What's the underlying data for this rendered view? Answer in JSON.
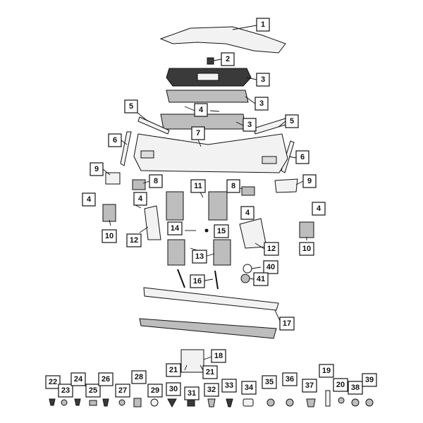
{
  "callouts": {
    "c1": "1",
    "c2": "2",
    "c3a": "3",
    "c3b": "3",
    "c3c": "3",
    "c4a": "4",
    "c4b": "4",
    "c4c": "4",
    "c4d": "4",
    "c4e": "4",
    "c5a": "5",
    "c5b": "5",
    "c6a": "6",
    "c6b": "6",
    "c7": "7",
    "c8a": "8",
    "c8b": "8",
    "c9a": "9",
    "c9b": "9",
    "c10a": "10",
    "c10b": "10",
    "c11": "11",
    "c12a": "12",
    "c12b": "12",
    "c13": "13",
    "c14": "14",
    "c15": "15",
    "c16": "16",
    "c17": "17",
    "c18": "18",
    "c21a": "21",
    "c21b": "21",
    "c40": "40",
    "c41": "41",
    "c22": "22",
    "c23": "23",
    "c24": "24",
    "c25": "25",
    "c26": "26",
    "c27": "27",
    "c28": "28",
    "c29": "29",
    "c30": "30",
    "c31": "31",
    "c32": "32",
    "c33": "33",
    "c34": "34",
    "c35": "35",
    "c36": "36",
    "c37": "37",
    "c19": "19",
    "c20": "20",
    "c38": "38",
    "c39": "39"
  }
}
